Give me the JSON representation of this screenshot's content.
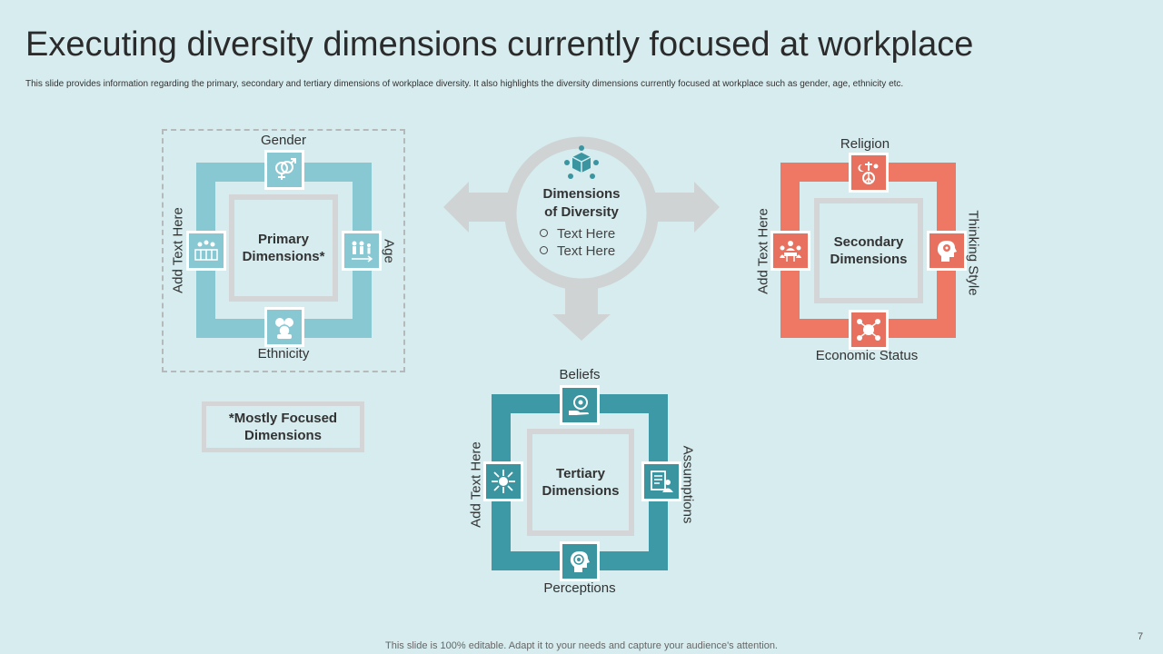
{
  "slide": {
    "title": "Executing diversity dimensions currently focused at workplace",
    "subtitle": "This slide provides information regarding the primary, secondary and tertiary dimensions of workplace diversity. It also highlights the diversity dimensions currently focused at workplace such as gender, age, ethnicity etc.",
    "footer": "This slide is 100% editable. Adapt it to your needs and capture your audience's attention.",
    "page_number": "7"
  },
  "center": {
    "title_line1": "Dimensions",
    "title_line2": "of Diversity",
    "items": [
      "Text Here",
      "Text Here"
    ],
    "icon": "network-cube-icon"
  },
  "primary": {
    "title_line1": "Primary",
    "title_line2": "Dimensions*",
    "top": "Gender",
    "right": "Age",
    "bottom": "Ethnicity",
    "left": "Add Text Here",
    "icons": {
      "top": "gender-symbol-icon",
      "right": "age-group-icon",
      "bottom": "ethnicity-faces-icon",
      "left": "people-group-icon"
    },
    "color": "#88c8d2"
  },
  "secondary": {
    "title_line1": "Secondary",
    "title_line2": "Dimensions",
    "top": "Religion",
    "right": "Thinking Style",
    "bottom": "Economic Status",
    "left": "Add Text Here",
    "icons": {
      "top": "religion-symbols-icon",
      "right": "head-gear-icon",
      "bottom": "economic-network-icon",
      "left": "meeting-people-icon"
    },
    "color": "#ef7865"
  },
  "tertiary": {
    "title_line1": "Tertiary",
    "title_line2": "Dimensions",
    "top": "Beliefs",
    "right": "Assumptions",
    "bottom": "Perceptions",
    "left": "Add Text Here",
    "icons": {
      "top": "belief-hand-icon",
      "right": "document-person-icon",
      "bottom": "head-target-icon",
      "left": "hub-arrows-icon"
    },
    "color": "#3d99a5"
  },
  "note": {
    "line1": "*Mostly Focused",
    "line2": "Dimensions"
  }
}
